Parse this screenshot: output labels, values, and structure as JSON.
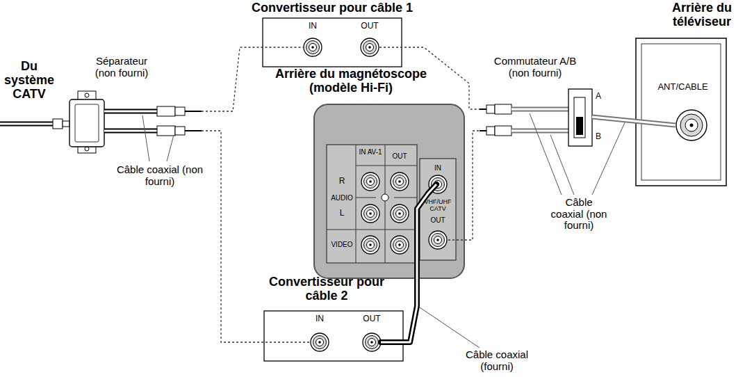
{
  "diagram": {
    "nodes": [
      {
        "text": [
          "Convertisseur pour câble 1",
          "IN",
          "OUT"
        ]
      },
      {
        "text": [
          "Arrière du téléviseur",
          "ANT/CABLE"
        ]
      },
      {
        "text": [
          "Séparateur (non fourni)"
        ]
      },
      {
        "text": [
          "Commutateur A/B (non fourni)",
          "A",
          "B"
        ]
      },
      {
        "text": [
          "Arrière du magnétoscope (modèle Hi-Fi)",
          "IN AV-1",
          "OUT",
          "R",
          "AUDIO",
          "L",
          "VIDEO",
          "IN",
          "VHF/UHF CATV",
          "OUT"
        ]
      },
      {
        "text": [
          "Convertisseur pour câble 2",
          "IN",
          "OUT"
        ]
      }
    ],
    "edges": [
      {
        "from": 2,
        "to": 0,
        "arrow": "none"
      },
      {
        "from": 2,
        "to": 5,
        "arrow": "none"
      },
      {
        "from": 0,
        "to": 3,
        "arrow": "none"
      },
      {
        "from": 5,
        "to": 4,
        "arrow": "none"
      },
      {
        "from": 4,
        "to": 3,
        "arrow": "none"
      },
      {
        "from": 3,
        "to": 1,
        "arrow": "none"
      }
    ],
    "labels": [
      "Du système CATV",
      "Câble coaxial (non fourni)",
      "Câble coaxial (non fourni)",
      "Câble coaxial (fourni)"
    ]
  }
}
